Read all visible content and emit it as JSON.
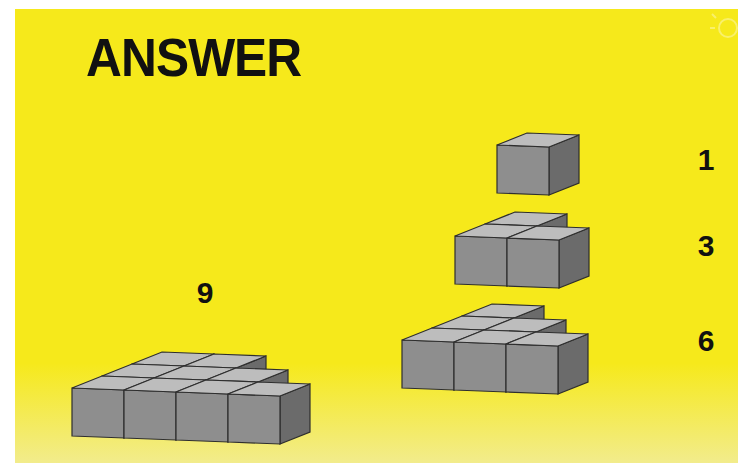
{
  "diagram": {
    "title": "ANSWER",
    "labels": [
      "9",
      "1",
      "3",
      "6"
    ]
  }
}
